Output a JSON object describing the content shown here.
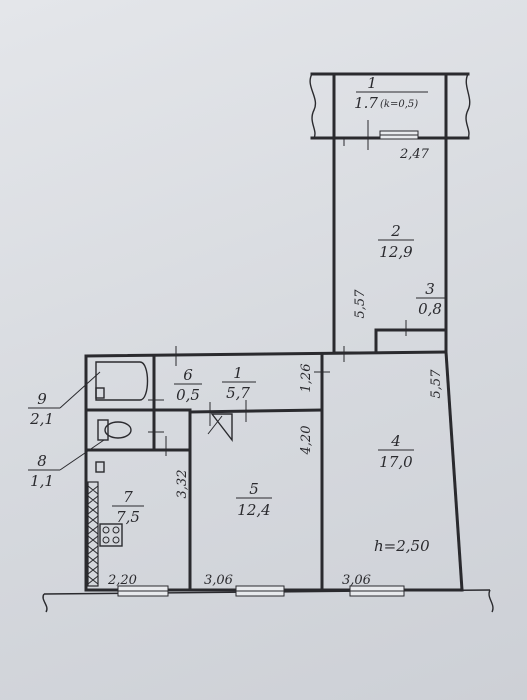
{
  "rooms": [
    {
      "number": "1",
      "area": "1.7",
      "note": "(k=0,5)"
    },
    {
      "number": "2",
      "area": "12,9"
    },
    {
      "number": "3",
      "area": "0,8"
    },
    {
      "number": "1",
      "area": "5,7"
    },
    {
      "number": "4",
      "area": "17,0"
    },
    {
      "number": "5",
      "area": "12,4"
    },
    {
      "number": "6",
      "area": "0,5"
    },
    {
      "number": "7",
      "area": "7,5"
    },
    {
      "number": "8",
      "area": "1,1"
    },
    {
      "number": "9",
      "area": "2,1"
    }
  ],
  "dimensions": {
    "balcony_width": "2,47",
    "room2_length": "5,57",
    "room4_length": "5,57",
    "hall_width": "1,26",
    "room5_length": "4,20",
    "kitchen_length": "3,32",
    "kitchen_width": "2,20",
    "room5_width": "3,06",
    "room4_width": "3,06"
  },
  "ceiling_height": "h=2,50"
}
